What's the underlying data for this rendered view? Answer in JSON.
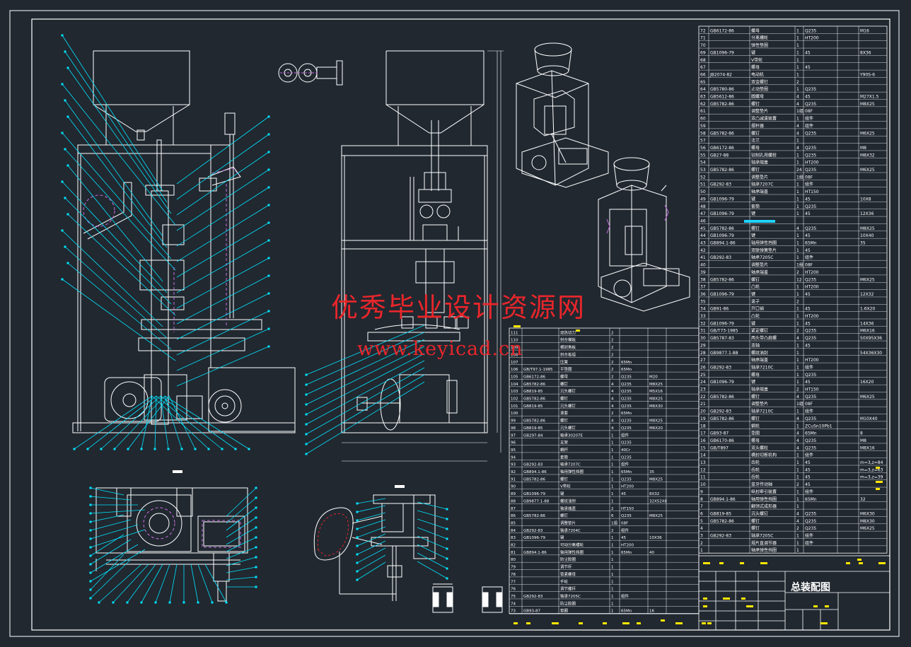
{
  "drawing": {
    "title": "总装配图",
    "watermark_cn": "优秀毕业设计资源网",
    "watermark_url": "www.keyicad.cn"
  },
  "colors": {
    "background": "#212830",
    "line": "#ffffff",
    "leader": "#00e5ff",
    "hidden": "#c86ee0",
    "marker": "#ffe600",
    "accent": "#1fd3ff",
    "watermark": "#e8262b"
  },
  "bom_right": [
    [
      "72",
      "GB6172-86",
      "螺母",
      "1",
      "Q235",
      "",
      "M16"
    ],
    [
      "71",
      "",
      "分离槽轮",
      "1",
      "HT200",
      "",
      ""
    ],
    [
      "70",
      "",
      "弹性垫圈",
      "1",
      "",
      "",
      ""
    ],
    [
      "69",
      "GB1096-79",
      "键",
      "1",
      "45",
      "",
      "8X36"
    ],
    [
      "68",
      "",
      "V带轮",
      "1",
      "",
      "",
      ""
    ],
    [
      "67",
      "",
      "螺母",
      "1",
      "45",
      "",
      ""
    ],
    [
      "66",
      "JB2074-82",
      "电动机",
      "1",
      "",
      "",
      "Y90S-6"
    ],
    [
      "65",
      "",
      "双金螺钉",
      "2",
      "",
      "",
      ""
    ],
    [
      "64",
      "GB5780-86",
      "止动垫圈",
      "1",
      "Q235",
      "",
      ""
    ],
    [
      "63",
      "GB5612-86",
      "圆螺母",
      "4",
      "45",
      "",
      "M27X1.5"
    ],
    [
      "62",
      "GB5782-86",
      "螺钉",
      "4",
      "Q235",
      "",
      "M8X25"
    ],
    [
      "61",
      "",
      "调整垫片",
      "1组",
      "08F",
      "",
      ""
    ],
    [
      "60",
      "",
      "双凸减速装置",
      "1",
      "组件",
      "",
      ""
    ],
    [
      "59",
      "",
      "摆杆器",
      "4",
      "组件",
      "",
      ""
    ],
    [
      "58",
      "GB5782-86",
      "螺钉",
      "4",
      "Q235",
      "",
      "M6X25"
    ],
    [
      "57",
      "",
      "法兰",
      "1",
      "",
      "",
      ""
    ],
    [
      "56",
      "GB6172-86",
      "螺母",
      "4",
      "Q235",
      "",
      "M8"
    ],
    [
      "55",
      "GB27-88",
      "铰制孔用螺栓",
      "1",
      "Q235",
      "",
      "M8X32"
    ],
    [
      "54",
      "",
      "轴承端盖",
      "1",
      "HT200",
      "",
      ""
    ],
    [
      "53",
      "GB5782-86",
      "螺钉",
      "24",
      "Q235",
      "",
      "M6X25"
    ],
    [
      "52",
      "",
      "调整垫片",
      "1组",
      "08F",
      "",
      ""
    ],
    [
      "51",
      "GB292-83",
      "轴承7207C",
      "1",
      "组件",
      "",
      ""
    ],
    [
      "50",
      "",
      "轴承端盖",
      "1",
      "HT150",
      "",
      ""
    ],
    [
      "49",
      "GB1096-79",
      "键",
      "1",
      "45",
      "",
      "10X8"
    ],
    [
      "48",
      "",
      "套筒",
      "1",
      "Q235",
      "",
      ""
    ],
    [
      "47",
      "GB1096-79",
      "键",
      "1",
      "45",
      "",
      "12X36"
    ],
    [
      "46",
      "",
      "",
      "",
      "",
      "",
      ""
    ],
    [
      "45",
      "GB5782-86",
      "螺钉",
      "4",
      "Q235",
      "",
      "M8X25"
    ],
    [
      "44",
      "GB1096-79",
      "键",
      "1",
      "45",
      "",
      "10X40"
    ],
    [
      "43",
      "GB894.1-86",
      "轴用弹性挡圈",
      "1",
      "65Mn",
      "",
      "35"
    ],
    [
      "42",
      "",
      "双联弹簧垫片",
      "1",
      "45",
      "",
      ""
    ],
    [
      "41",
      "GB292-83",
      "轴承7205C",
      "1",
      "组件",
      "",
      ""
    ],
    [
      "40",
      "",
      "调整垫片",
      "1组",
      "08F",
      "",
      ""
    ],
    [
      "39",
      "",
      "轴承端盖",
      "2",
      "HT200",
      "",
      ""
    ],
    [
      "38",
      "GB5782-86",
      "螺钉",
      "12",
      "Q235",
      "",
      "M6X25"
    ],
    [
      "37",
      "",
      "凸轮",
      "1",
      "HT200",
      "",
      ""
    ],
    [
      "36",
      "GB1096-79",
      "键",
      "1",
      "45",
      "",
      "12X32"
    ],
    [
      "35",
      "",
      "滚子",
      "2",
      "",
      "",
      ""
    ],
    [
      "34",
      "GB91-86",
      "开口销",
      "1",
      "45",
      "",
      "1.6X20"
    ],
    [
      "33",
      "",
      "凸轮",
      "1",
      "HT200",
      "",
      ""
    ],
    [
      "32",
      "GB1096-79",
      "键",
      "1",
      "45",
      "",
      "14X36"
    ],
    [
      "31",
      "GB/T73-1985",
      "紧定螺钉",
      "2",
      "Q235",
      "",
      "M6X16"
    ],
    [
      "30",
      "GB5787-83",
      "两头带凸肩螺",
      "4",
      "Q235",
      "",
      "50X95X36"
    ],
    [
      "29",
      "",
      "连轴",
      "1",
      "45",
      "",
      ""
    ],
    [
      "28",
      "GB9877.1-88",
      "螺纹油封",
      "1",
      "",
      "",
      "54X36X30"
    ],
    [
      "27",
      "",
      "轴承端盖",
      "1",
      "HT200",
      "",
      ""
    ],
    [
      "26",
      "GB292-83",
      "轴承7210C",
      "1",
      "组件",
      "",
      ""
    ],
    [
      "25",
      "",
      "螺母",
      "1",
      "Q235",
      "",
      ""
    ],
    [
      "24",
      "GB1096-79",
      "键",
      "1",
      "45",
      "",
      "16X20"
    ],
    [
      "23",
      "",
      "轴承端盖",
      "2",
      "HT150",
      "",
      ""
    ],
    [
      "22",
      "GB5782-86",
      "螺钉",
      "4",
      "Q235",
      "",
      "M6X25"
    ],
    [
      "21",
      "",
      "调整垫片",
      "1组",
      "08F",
      "",
      ""
    ],
    [
      "20",
      "GB292-83",
      "轴承7210C",
      "1",
      "组件",
      "",
      ""
    ],
    [
      "19",
      "GB5782-86",
      "螺钉",
      "4",
      "Q235",
      "",
      "M10X40"
    ],
    [
      "18",
      "",
      "蜗轮",
      "1",
      "ZCuSn10Pb1",
      "",
      ""
    ],
    [
      "17",
      "GB93-87",
      "垫圈",
      "4",
      "65Mn",
      "",
      "8"
    ],
    [
      "16",
      "GB6170-86",
      "螺母",
      "4",
      "Q235",
      "",
      "M8"
    ],
    [
      "15",
      "GB/T897",
      "双头螺柱",
      "4",
      "Q235",
      "",
      "M8X16"
    ],
    [
      "14",
      "",
      "横封切断机构",
      "1",
      "组件",
      "",
      ""
    ],
    [
      "13",
      "",
      "齿轮",
      "1",
      "45",
      "",
      "m=3,z=84"
    ],
    [
      "12",
      "",
      "齿轮",
      "1",
      "45",
      "",
      "m=3,z=63"
    ],
    [
      "11",
      "",
      "齿轮",
      "1",
      "45",
      "",
      "m=3,z=39"
    ],
    [
      "10",
      "",
      "蓝牙传动轴",
      "2",
      "45",
      "",
      ""
    ],
    [
      "9",
      "",
      "纵封牵引装置",
      "1",
      "组件",
      "",
      ""
    ],
    [
      "8",
      "GB894.1-86",
      "轴用弹性挡圈",
      "1",
      "65Mn",
      "",
      "32"
    ],
    [
      "7",
      "",
      "翻领式成形器",
      "1",
      "",
      "",
      ""
    ],
    [
      "6",
      "GB819-85",
      "沉头螺钉",
      "4",
      "Q235",
      "",
      "M6X30"
    ],
    [
      "5",
      "GB5782-86",
      "螺钉",
      "4",
      "Q235",
      "",
      "M8X30"
    ],
    [
      "4",
      "",
      "螺钉",
      "2",
      "Q235",
      "",
      "M6X25"
    ],
    [
      "3",
      "GB292-83",
      "轴承7205C",
      "1",
      "组件",
      "",
      ""
    ],
    [
      "2",
      "",
      "规片直调节器",
      "1",
      "组件",
      "",
      ""
    ],
    [
      "1",
      "",
      "轴承弹性挡圈",
      "1",
      "",
      "",
      ""
    ]
  ],
  "bom_left": [
    [
      "111",
      "",
      "双热切刀",
      "2",
      "",
      "",
      ""
    ],
    [
      "110",
      "",
      "封合模板",
      "2",
      "",
      "",
      ""
    ],
    [
      "109",
      "",
      "横封角板",
      "2",
      "",
      "",
      ""
    ],
    [
      "108",
      "",
      "封合板组",
      "2",
      "",
      "",
      ""
    ],
    [
      "107",
      "",
      "压簧",
      "2",
      "65Mn",
      "",
      ""
    ],
    [
      "106",
      "GB/T97.1-1985",
      "平垫圈",
      "2",
      "65Mn",
      "",
      ""
    ],
    [
      "105",
      "GB6172-86",
      "螺母",
      "2",
      "Q235",
      "M20",
      ""
    ],
    [
      "104",
      "GB5782-86",
      "螺钉",
      "4",
      "Q235",
      "M8X25",
      ""
    ],
    [
      "103",
      "GB819-85",
      "沉头螺钉",
      "4",
      "Q235",
      "M5X16",
      ""
    ],
    [
      "102",
      "GB5782-86",
      "螺钉",
      "4",
      "Q235",
      "M8X25",
      ""
    ],
    [
      "101",
      "GB819-85",
      "沉头螺钉",
      "4",
      "Q235",
      "M6X30",
      ""
    ],
    [
      "100",
      "",
      "滚套",
      "2",
      "65Mn",
      "",
      ""
    ],
    [
      "99",
      "GB5782-86",
      "螺钉",
      "4",
      "Q235",
      "M8X25",
      ""
    ],
    [
      "98",
      "GB819-85",
      "沉头螺钉",
      "4",
      "Q235",
      "M6X20",
      ""
    ],
    [
      "97",
      "GB297-84",
      "轴承30207E",
      "1",
      "组件",
      "",
      ""
    ],
    [
      "96",
      "",
      "支架",
      "1",
      "Q235",
      "",
      ""
    ],
    [
      "95",
      "",
      "蜗杆",
      "1",
      "40Cr",
      "",
      ""
    ],
    [
      "94",
      "",
      "套筒",
      "1",
      "Q235",
      "",
      ""
    ],
    [
      "93",
      "GB292-83",
      "轴承7207C",
      "1",
      "组件",
      "",
      ""
    ],
    [
      "92",
      "GB894.1-86",
      "轴用弹性挡圈",
      "1",
      "65Mn",
      "35",
      ""
    ],
    [
      "91",
      "GB5782-86",
      "螺钉",
      "1",
      "Q235",
      "M8X25",
      ""
    ],
    [
      "90",
      "",
      "V带轮",
      "1",
      "HT200",
      "",
      ""
    ],
    [
      "89",
      "GB1096-79",
      "键",
      "1",
      "45",
      "8X32",
      ""
    ],
    [
      "88",
      "GB9877.1-88",
      "螺纹油封",
      "1",
      "",
      "32X52X8",
      ""
    ],
    [
      "87",
      "",
      "轴承端盖",
      "2",
      "HT150",
      "",
      ""
    ],
    [
      "86",
      "GB5782-86",
      "螺钉",
      "6",
      "Q235",
      "M8X25",
      ""
    ],
    [
      "85",
      "",
      "调整垫片",
      "1组",
      "08F",
      "",
      ""
    ],
    [
      "84",
      "GB292-83",
      "轴承7204C",
      "2",
      "组件",
      "",
      ""
    ],
    [
      "83",
      "GB1096-79",
      "键",
      "1",
      "45",
      "10X36",
      ""
    ],
    [
      "82",
      "",
      "可动分离槽轮",
      "1",
      "HT200",
      "",
      ""
    ],
    [
      "81",
      "GB894.1-86",
      "轴用弹性挡圈",
      "1",
      "65Mn",
      "40",
      ""
    ],
    [
      "80",
      "",
      "防尘胶圈",
      "1",
      "",
      "",
      ""
    ],
    [
      "79",
      "",
      "调节杆",
      "1",
      "",
      "",
      ""
    ],
    [
      "78",
      "",
      "锁紧螺母",
      "1",
      "",
      "",
      ""
    ],
    [
      "77",
      "",
      "手轮",
      "1",
      "",
      "",
      ""
    ],
    [
      "76",
      "",
      "调节螺杆",
      "1",
      "",
      "",
      ""
    ],
    [
      "75",
      "GB292-83",
      "轴承7205C",
      "1",
      "组件",
      "",
      ""
    ],
    [
      "74",
      "",
      "防尘胶圈",
      "1",
      "",
      "",
      ""
    ],
    [
      "73",
      "GB93-87",
      "垫圈",
      "1",
      "65Mn",
      "16",
      ""
    ]
  ]
}
